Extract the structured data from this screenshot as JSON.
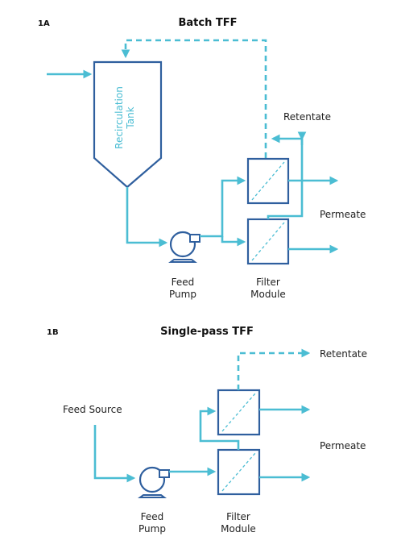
{
  "colors": {
    "flow": "#4bbdd3",
    "outline": "#2f5f9e",
    "text": "#222222"
  },
  "panel_1a": {
    "tag": "1A",
    "title": "Batch TFF",
    "tank_label_line1": "Recirculation",
    "tank_label_line2": "Tank",
    "retentate_label": "Retentate",
    "permeate_label": "Permeate",
    "pump_label_line1": "Feed",
    "pump_label_line2": "Pump",
    "filter_label_line1": "Filter",
    "filter_label_line2": "Module"
  },
  "panel_1b": {
    "tag": "1B",
    "title": "Single-pass TFF",
    "feed_source_label": "Feed Source",
    "retentate_label": "Retentate",
    "permeate_label": "Permeate",
    "pump_label_line1": "Feed",
    "pump_label_line2": "Pump",
    "filter_label_line1": "Filter",
    "filter_label_line2": "Module"
  }
}
